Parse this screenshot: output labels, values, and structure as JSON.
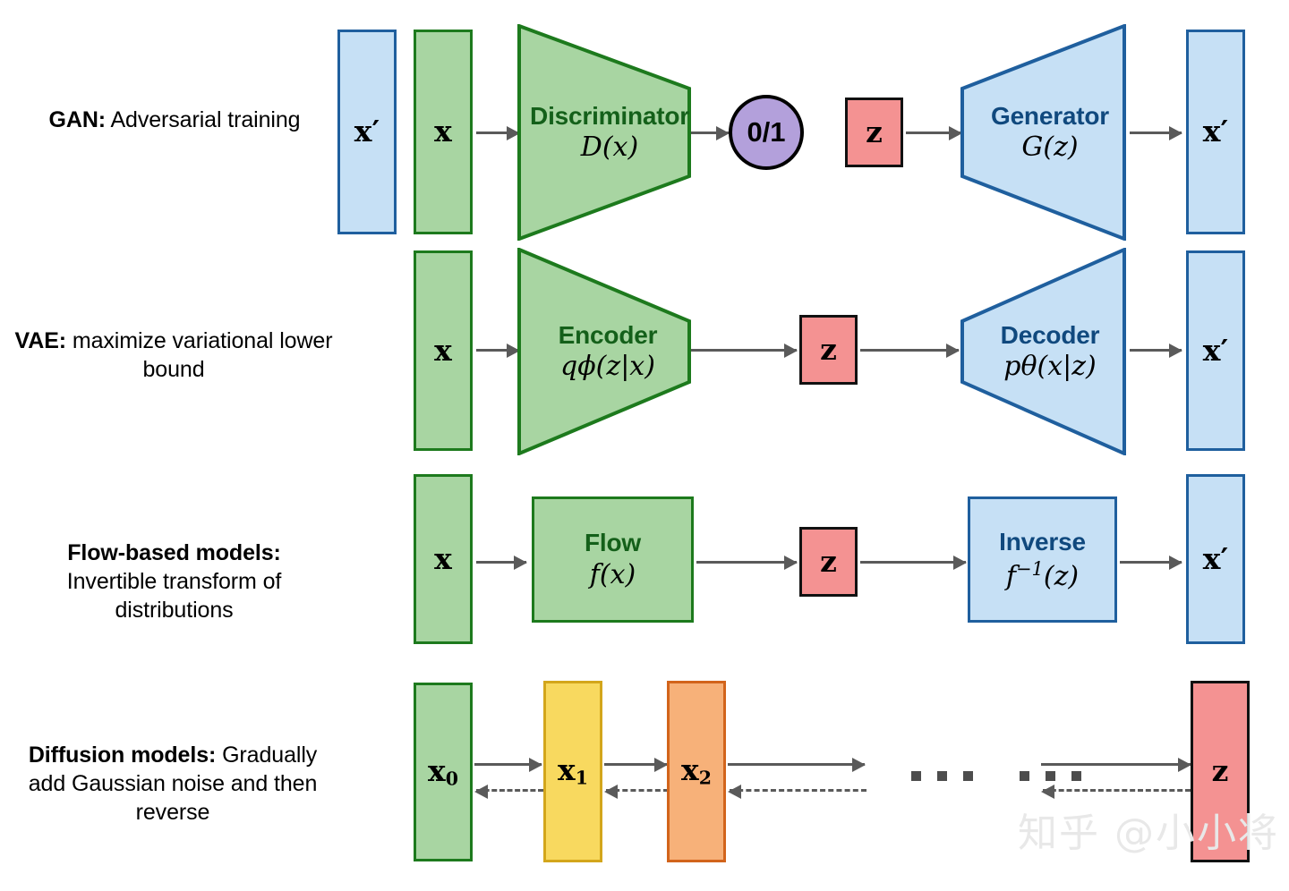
{
  "rows": [
    {
      "id": "gan",
      "caption_bold": "GAN:",
      "caption_rest": " Adversarial training",
      "nodes": {
        "xprime_left": "x′",
        "x_input": "x",
        "discriminator_title": "Discriminator",
        "discriminator_formula": "D(x)",
        "decision": "0/1",
        "z": "z",
        "generator_title": "Generator",
        "generator_formula": "G(z)",
        "xprime_right": "x′"
      }
    },
    {
      "id": "vae",
      "caption_bold": "VAE:",
      "caption_rest": " maximize variational lower bound",
      "nodes": {
        "x_input": "x",
        "encoder_title": "Encoder",
        "encoder_formula": "qϕ(z|x)",
        "z": "z",
        "decoder_title": "Decoder",
        "decoder_formula": "pθ(x|z)",
        "xprime": "x′"
      }
    },
    {
      "id": "flow",
      "caption_bold": "Flow-based models:",
      "caption_rest": " Invertible transform of distributions",
      "nodes": {
        "x_input": "x",
        "flow_title": "Flow",
        "flow_formula": "f(x)",
        "z": "z",
        "inverse_title": "Inverse",
        "inverse_formula_base": "f",
        "inverse_formula_exp": "−1",
        "inverse_formula_arg": "(z)",
        "xprime": "x′"
      }
    },
    {
      "id": "diffusion",
      "caption_bold": "Diffusion models:",
      "caption_rest": " Gradually add Gaussian noise and then reverse",
      "nodes": {
        "x0_base": "x",
        "x0_sub": "0",
        "x1_base": "x",
        "x1_sub": "1",
        "x2_base": "x",
        "x2_sub": "2",
        "ellipsis": "… …",
        "z": "z"
      }
    }
  ],
  "watermark": "知乎 @小小将",
  "colors": {
    "green_fill": "#a8d5a2",
    "green_border": "#1d7a1d",
    "green_text": "#14601a",
    "blue_fill": "#c6e0f5",
    "blue_border": "#1f5f9e",
    "blue_text": "#10497e",
    "pink_fill": "#f49292",
    "pink_border": "#111111",
    "yellow_fill": "#f8d95f",
    "yellow_border": "#d3a61b",
    "orange_fill": "#f7b179",
    "orange_border": "#d2641b",
    "purple_fill": "#b3a0db",
    "arrow": "#5a5a5a",
    "watermark": "#e8e8e8"
  }
}
